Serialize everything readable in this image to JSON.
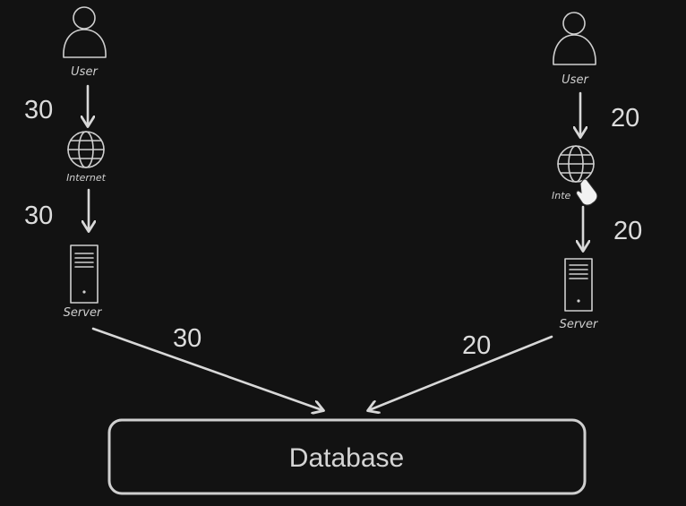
{
  "left": {
    "user_label": "User",
    "internet_label": "Internet",
    "server_label": "Server",
    "user_to_internet": "30",
    "internet_to_server": "30",
    "server_to_database": "30"
  },
  "right": {
    "user_label": "User",
    "internet_label": "Inte",
    "server_label": "Server",
    "user_to_internet": "20",
    "internet_to_server": "20",
    "server_to_database": "20"
  },
  "database": {
    "label": "Database"
  },
  "colors": {
    "background": "#121212",
    "stroke": "#d8d8d8",
    "text": "#dcdcdc"
  }
}
